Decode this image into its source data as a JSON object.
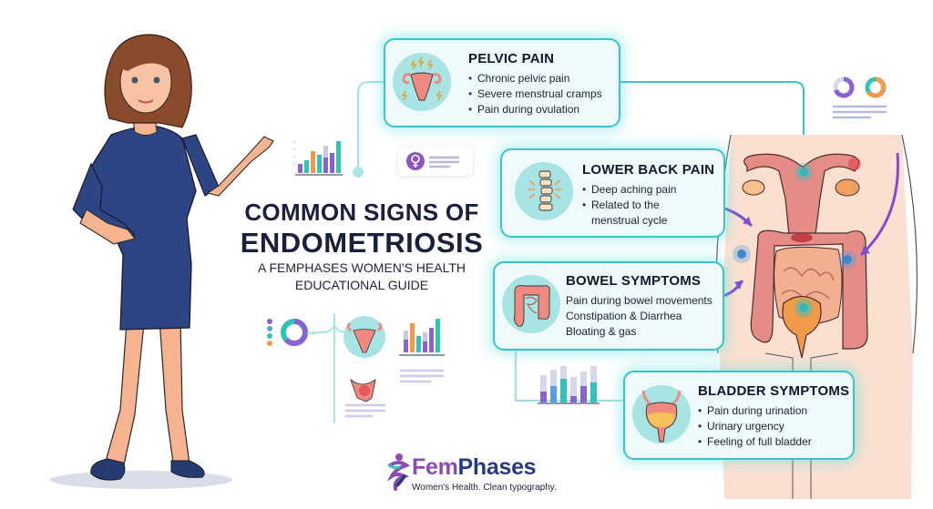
{
  "title": {
    "line1": "COMMON SIGNS OF",
    "line2": "ENDOMETRIOSIS",
    "subtitle_line1": "A FEMPHASES WOMEN'S HEALTH",
    "subtitle_line2": "EDUCATIONAL GUIDE"
  },
  "cards": [
    {
      "id": "pelvic-pain",
      "heading": "PELVIC PAIN",
      "icon": "uterus-pain-icon",
      "items": [
        "Chronic pelvic pain",
        "Severe menstrual cramps",
        "Pain during ovulation"
      ]
    },
    {
      "id": "lower-back-pain",
      "heading": "LOWER BACK PAIN",
      "icon": "spine-icon",
      "items": [
        "Deep aching pain",
        "Related to the",
        "menstrual cycle"
      ]
    },
    {
      "id": "bowel-symptoms",
      "heading": "BOWEL SYMPTOMS",
      "icon": "intestine-icon",
      "items": [
        "Pain during bowel movements",
        "Constipation & Diarrhea",
        "Bloating & gas"
      ]
    },
    {
      "id": "bladder-symptoms",
      "heading": "BLADDER SYMPTOMS",
      "icon": "bladder-icon",
      "items": [
        "Pain during urination",
        "Urinary urgency",
        "Feeling of full bladder"
      ]
    }
  ],
  "brand": {
    "name_part1": "Fem",
    "name_part2": "Phases",
    "tagline": "Women's Health. Clean typography."
  },
  "colors": {
    "teal": "#3cc3c8",
    "card_bg": "#eefafb",
    "navy": "#1b1f3e",
    "purple": "#8c4bb0",
    "brand_blue": "#263a82",
    "dress": "#2b3f78",
    "accent_orange": "#f2994a",
    "accent_purple": "#8a63d2",
    "accent_green": "#2ec4b6"
  }
}
